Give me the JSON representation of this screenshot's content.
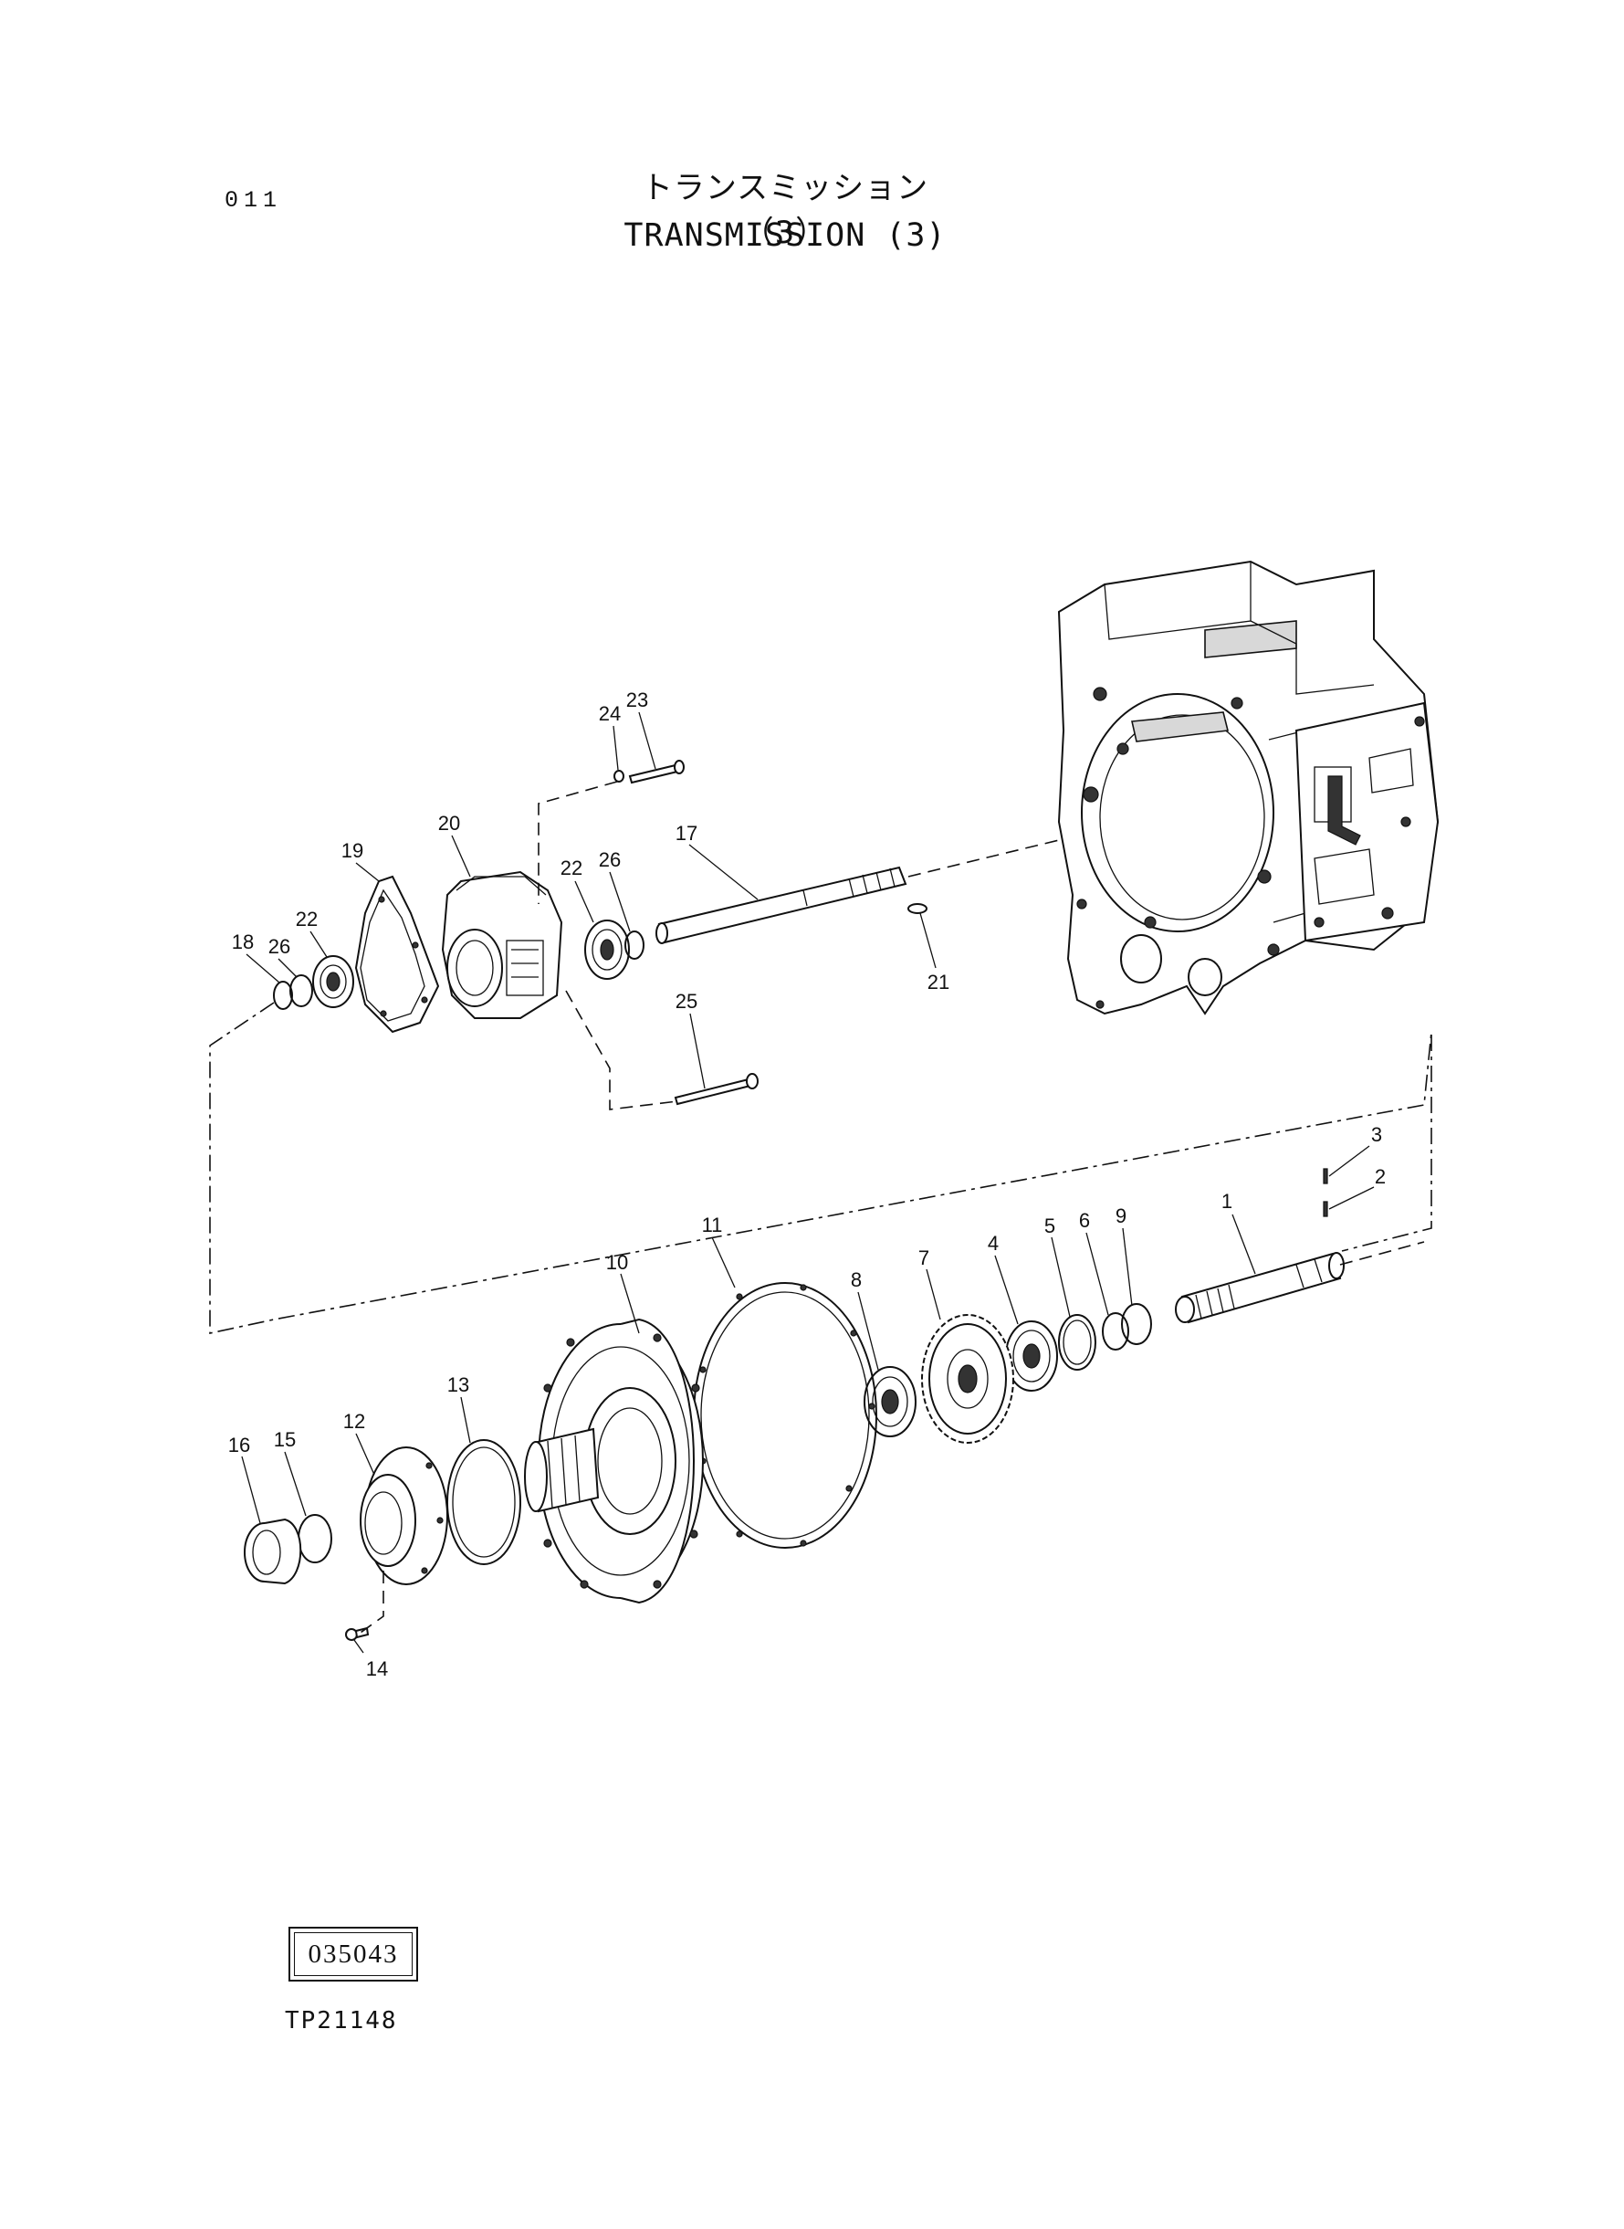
{
  "header": {
    "page_code": "011",
    "title_jp": "トランスミッション（3）",
    "title_en": "TRANSMISSION (3)"
  },
  "footer": {
    "reference_number": "035043",
    "drawing_code": "TP21148"
  },
  "callouts": [
    "1",
    "2",
    "3",
    "4",
    "5",
    "6",
    "7",
    "8",
    "9",
    "10",
    "11",
    "12",
    "13",
    "14",
    "15",
    "16",
    "17",
    "18",
    "19",
    "20",
    "21",
    "22",
    "22",
    "23",
    "24",
    "25",
    "26",
    "26"
  ]
}
